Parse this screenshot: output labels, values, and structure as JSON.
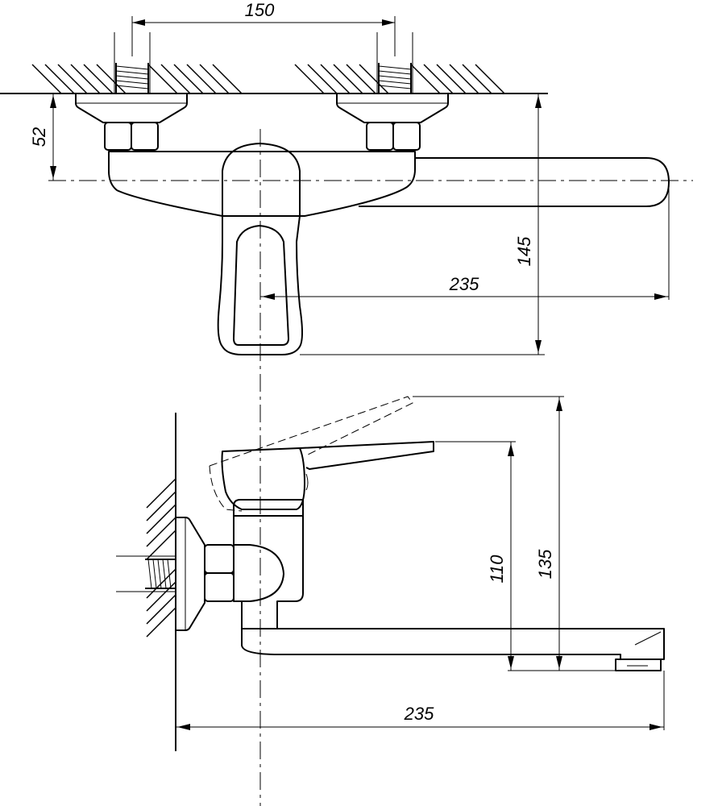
{
  "dimensions": {
    "top_view": {
      "connection_spacing": "150",
      "wall_offset": "52",
      "total_height": "145",
      "spout_reach": "235"
    },
    "side_view": {
      "outlet_height_lower": "110",
      "outlet_height_upper": "135",
      "spout_reach": "235"
    }
  }
}
